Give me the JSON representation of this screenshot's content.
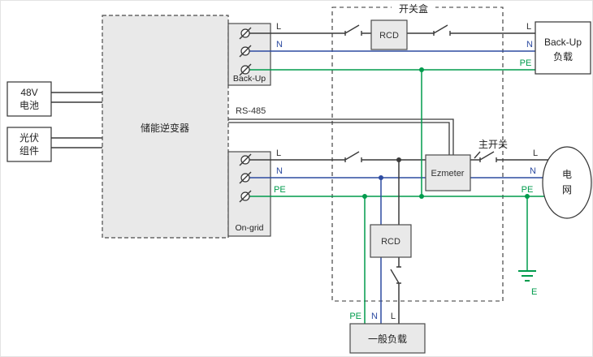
{
  "colors": {
    "wire_l": "#3a3a3a",
    "wire_n": "#2d4ba1",
    "wire_pe": "#009b4c",
    "device_fill": "#e9e9e9"
  },
  "devices": {
    "battery": {
      "line1": "48V",
      "line2": "电池"
    },
    "pv": {
      "line1": "光伏",
      "line2": "组件"
    },
    "inverter": {
      "label": "储能逆变器"
    },
    "backup_port": {
      "label": "Back-Up"
    },
    "ongrid_port": {
      "label": "On-grid"
    },
    "rs485": {
      "label": "RS-485"
    },
    "switchbox": {
      "label": "开关盒"
    },
    "rcd_top": {
      "label": "RCD"
    },
    "rcd_bottom": {
      "label": "RCD"
    },
    "ezmeter": {
      "label": "Ezmeter"
    },
    "main_switch": {
      "label": "主开关"
    },
    "backup_load": {
      "line1": "Back-Up",
      "line2": "负载"
    },
    "grid": {
      "line1": "电",
      "line2": "网"
    },
    "general_load": {
      "label": "一般负载"
    },
    "earth": {
      "label": "E"
    }
  },
  "wire_labels": {
    "backup_out_l": "L",
    "backup_out_n": "N",
    "backup_load_l": "L",
    "backup_load_n": "N",
    "backup_load_pe": "PE",
    "ongrid_out_l": "L",
    "ongrid_out_n": "N",
    "ongrid_out_pe": "PE",
    "grid_l": "L",
    "grid_n": "N",
    "grid_pe": "PE",
    "general_load_pe": "PE",
    "general_load_n": "N",
    "general_load_l": "L"
  }
}
